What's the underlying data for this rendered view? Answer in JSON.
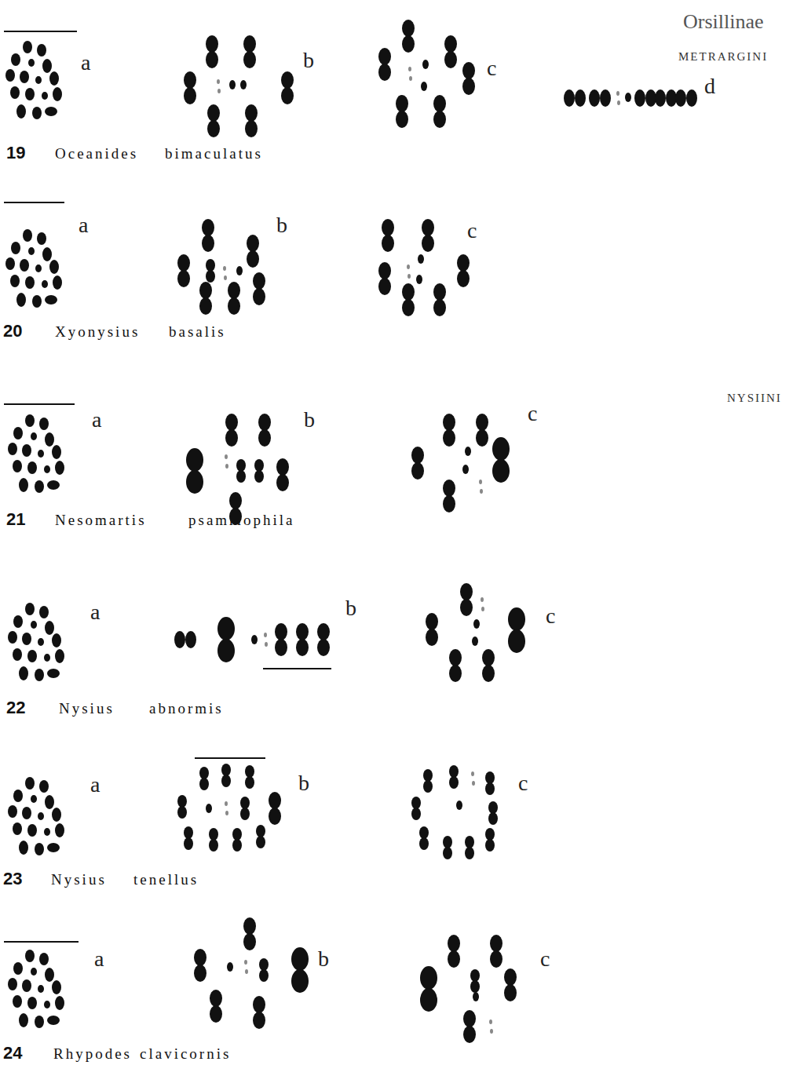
{
  "diagram": {
    "labels": [
      "Orsillinae",
      "METRARGINI",
      "a",
      "b",
      "c",
      "d",
      "19",
      "Oceanides",
      "bimaculatus",
      "a",
      "b",
      "c",
      "20",
      "Xyonysius",
      "basalis",
      "NYSIINI",
      "a",
      "b",
      "c",
      "21",
      "Nesomartis",
      "psammophila",
      "a",
      "b",
      "c",
      "22",
      "Nysius",
      "abnormis",
      "a",
      "b",
      "c",
      "23",
      "Nysius",
      "tenellus",
      "a",
      "b",
      "c",
      "24",
      "Rhypodes",
      "clavicornis"
    ]
  }
}
